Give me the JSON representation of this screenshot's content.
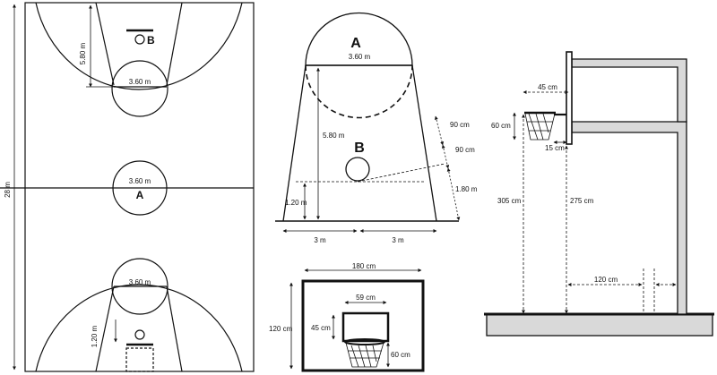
{
  "court": {
    "length": "28 m",
    "key_depth": "5.80 m",
    "circle_top": "3.60 m",
    "circle_center": "3.60 m",
    "circle_bottom": "3.60 m",
    "basket_distance": "1.20 m",
    "point_a": "A",
    "point_b": "B"
  },
  "key_detail": {
    "circle_label": "A",
    "circle_diameter": "3.60 m",
    "center_label": "B",
    "key_depth": "5.80 m",
    "side_1": "90 cm",
    "side_2": "90 cm",
    "side_3": "1.80 m",
    "low_height": "1.20 m",
    "half_left": "3 m",
    "half_right": "3 m"
  },
  "backboard": {
    "width": "180 cm",
    "height": "120 cm",
    "box_width": "59 cm",
    "box_height": "45 cm",
    "net_height": "60 cm"
  },
  "stand": {
    "reach": "45 cm",
    "net_depth": "60 cm",
    "ring_offset": "15 cm",
    "rim_height": "305 cm",
    "board_bottom": "275 cm",
    "base_gap": "120 cm"
  }
}
